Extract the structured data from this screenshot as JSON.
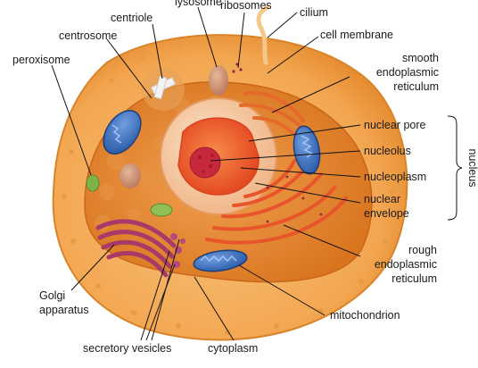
{
  "labels": {
    "lysosome": "lysosome",
    "ribosomes": "ribosomes",
    "cilium": "cilium",
    "centriole": "centriole",
    "cell_membrane": "cell membrane",
    "centrosome": "centrosome",
    "peroxisome": "peroxisome",
    "smooth_er": [
      "smooth",
      "endoplasmic",
      "reticulum"
    ],
    "nuclear_pore": "nuclear pore",
    "nucleolus": "nucleolus",
    "nucleoplasm": "nucleoplasm",
    "nuclear_envelope": [
      "nuclear",
      "envelope"
    ],
    "nucleus": "nucleus",
    "rough_er": [
      "rough",
      "endoplasmic",
      "reticulum"
    ],
    "golgi": [
      "Golgi",
      "apparatus"
    ],
    "mitochondrion": "mitochondrion",
    "secretory_vesicles": "secretory vesicles",
    "cytoplasm": "cytoplasm"
  },
  "colors": {
    "membrane_outer": "#f2a24a",
    "cytoplasm": "#f6b85c",
    "interior": "#e88a2e",
    "nucleus": "#f3c7a0",
    "nucleoplasm": "#ef5a2a",
    "nucleolus": "#c8283c",
    "mitochondria": "#3a6fc0",
    "golgi": "#a83a6a",
    "rough_er": "#e8552a"
  }
}
